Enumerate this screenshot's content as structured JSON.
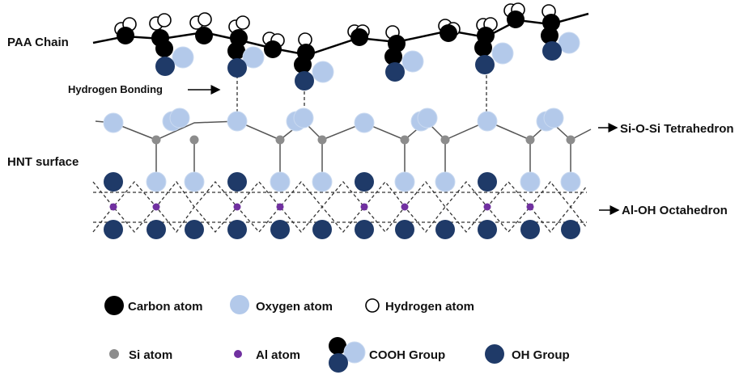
{
  "labels": {
    "paa_chain": "PAA Chain",
    "hydrogen_bonding": "Hydrogen Bonding",
    "hnt_surface": "HNT surface",
    "tetrahedron": "Si-O-Si Tetrahedron",
    "octahedron": "Al-OH Octahedron"
  },
  "legend": {
    "carbon": "Carbon atom",
    "oxygen": "Oxygen atom",
    "hydrogen": "Hydrogen atom",
    "si": "Si atom",
    "al": "Al atom",
    "cooh": "COOH Group",
    "oh": "OH Group"
  },
  "colors": {
    "carbon": "#000000",
    "oxygen": "#b3c9ea",
    "hydrogen": "#ffffff",
    "oh_group": "#1f3a68",
    "si": "#8c8c8c",
    "al": "#7030a0",
    "bond": "#555555"
  }
}
